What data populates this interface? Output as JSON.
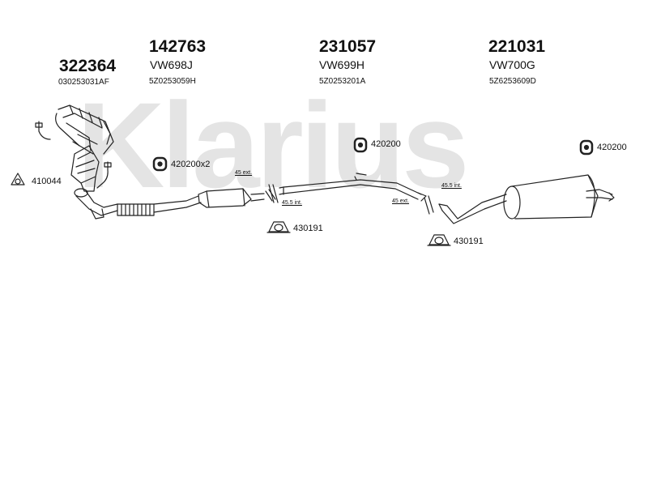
{
  "watermark": "Klarius",
  "parts": [
    {
      "number": "322364",
      "oe": "030253031AF"
    },
    {
      "number": "142763",
      "ref": "VW698J",
      "oe": "5Z0253059H"
    },
    {
      "number": "231057",
      "ref": "VW699H",
      "oe": "5Z0253201A"
    },
    {
      "number": "221031",
      "ref": "VW700G",
      "oe": "5Z6253609D"
    }
  ],
  "fittings": {
    "gasket": "410044",
    "mount_pair": "420200x2",
    "mount_mid": "420200",
    "mount_rear": "420200",
    "clamp_front": "430191",
    "clamp_rear": "430191"
  },
  "dimensions": {
    "ext_front": "45 ext.",
    "int_front": "45.5 int.",
    "ext_rear": "45 ext.",
    "int_rear": "45.5 int."
  },
  "colors": {
    "line": "#222222",
    "watermark": "#e4e4e4"
  }
}
